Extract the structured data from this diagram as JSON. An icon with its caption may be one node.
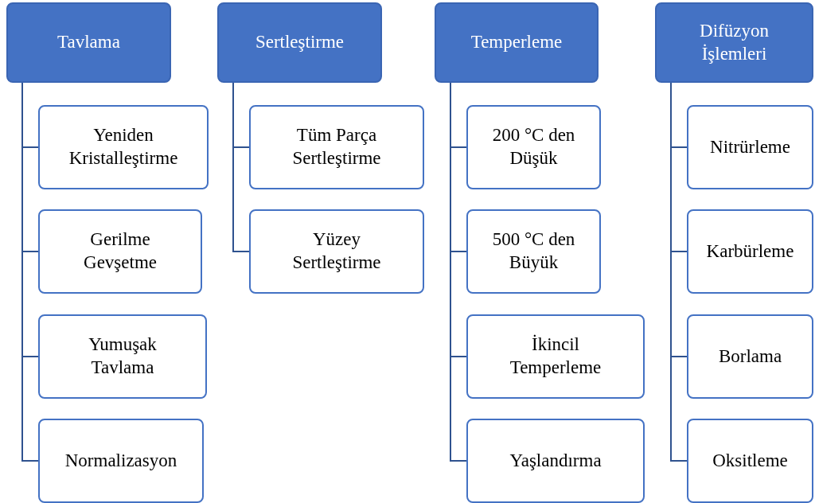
{
  "diagram": {
    "nodes": [
      {
        "text": [
          "Tavlama"
        ]
      },
      {
        "text": [
          "Yeniden Kristalleştirme"
        ]
      },
      {
        "text": [
          "Gerilme Gevşetme"
        ]
      },
      {
        "text": [
          "Yumuşak Tavlama"
        ]
      },
      {
        "text": [
          "Normalizasyon"
        ]
      },
      {
        "text": [
          "Sertleştirme"
        ]
      },
      {
        "text": [
          "Tüm Parça Sertleştirme"
        ]
      },
      {
        "text": [
          "Yüzey Sertleştirme"
        ]
      },
      {
        "text": [
          "Temperleme"
        ]
      },
      {
        "text": [
          "200 °C den Düşük"
        ]
      },
      {
        "text": [
          "500 °C den Büyük"
        ]
      },
      {
        "text": [
          "İkincil Temperleme"
        ]
      },
      {
        "text": [
          "Yaşlandırma"
        ]
      },
      {
        "text": [
          "Difüzyon İşlemleri"
        ]
      },
      {
        "text": [
          "Nitrürleme"
        ]
      },
      {
        "text": [
          "Karbürleme"
        ]
      },
      {
        "text": [
          "Borlama"
        ]
      },
      {
        "text": [
          "Oksitleme"
        ]
      }
    ],
    "edges": [
      {
        "from": 0,
        "to": 1,
        "arrow": "none"
      },
      {
        "from": 0,
        "to": 2,
        "arrow": "none"
      },
      {
        "from": 0,
        "to": 3,
        "arrow": "none"
      },
      {
        "from": 0,
        "to": 4,
        "arrow": "none"
      },
      {
        "from": 5,
        "to": 6,
        "arrow": "none"
      },
      {
        "from": 5,
        "to": 7,
        "arrow": "none"
      },
      {
        "from": 8,
        "to": 9,
        "arrow": "none"
      },
      {
        "from": 8,
        "to": 10,
        "arrow": "none"
      },
      {
        "from": 8,
        "to": 11,
        "arrow": "none"
      },
      {
        "from": 8,
        "to": 12,
        "arrow": "none"
      },
      {
        "from": 13,
        "to": 14,
        "arrow": "none"
      },
      {
        "from": 13,
        "to": 15,
        "arrow": "none"
      },
      {
        "from": 13,
        "to": 16,
        "arrow": "none"
      },
      {
        "from": 13,
        "to": 17,
        "arrow": "none"
      }
    ]
  }
}
